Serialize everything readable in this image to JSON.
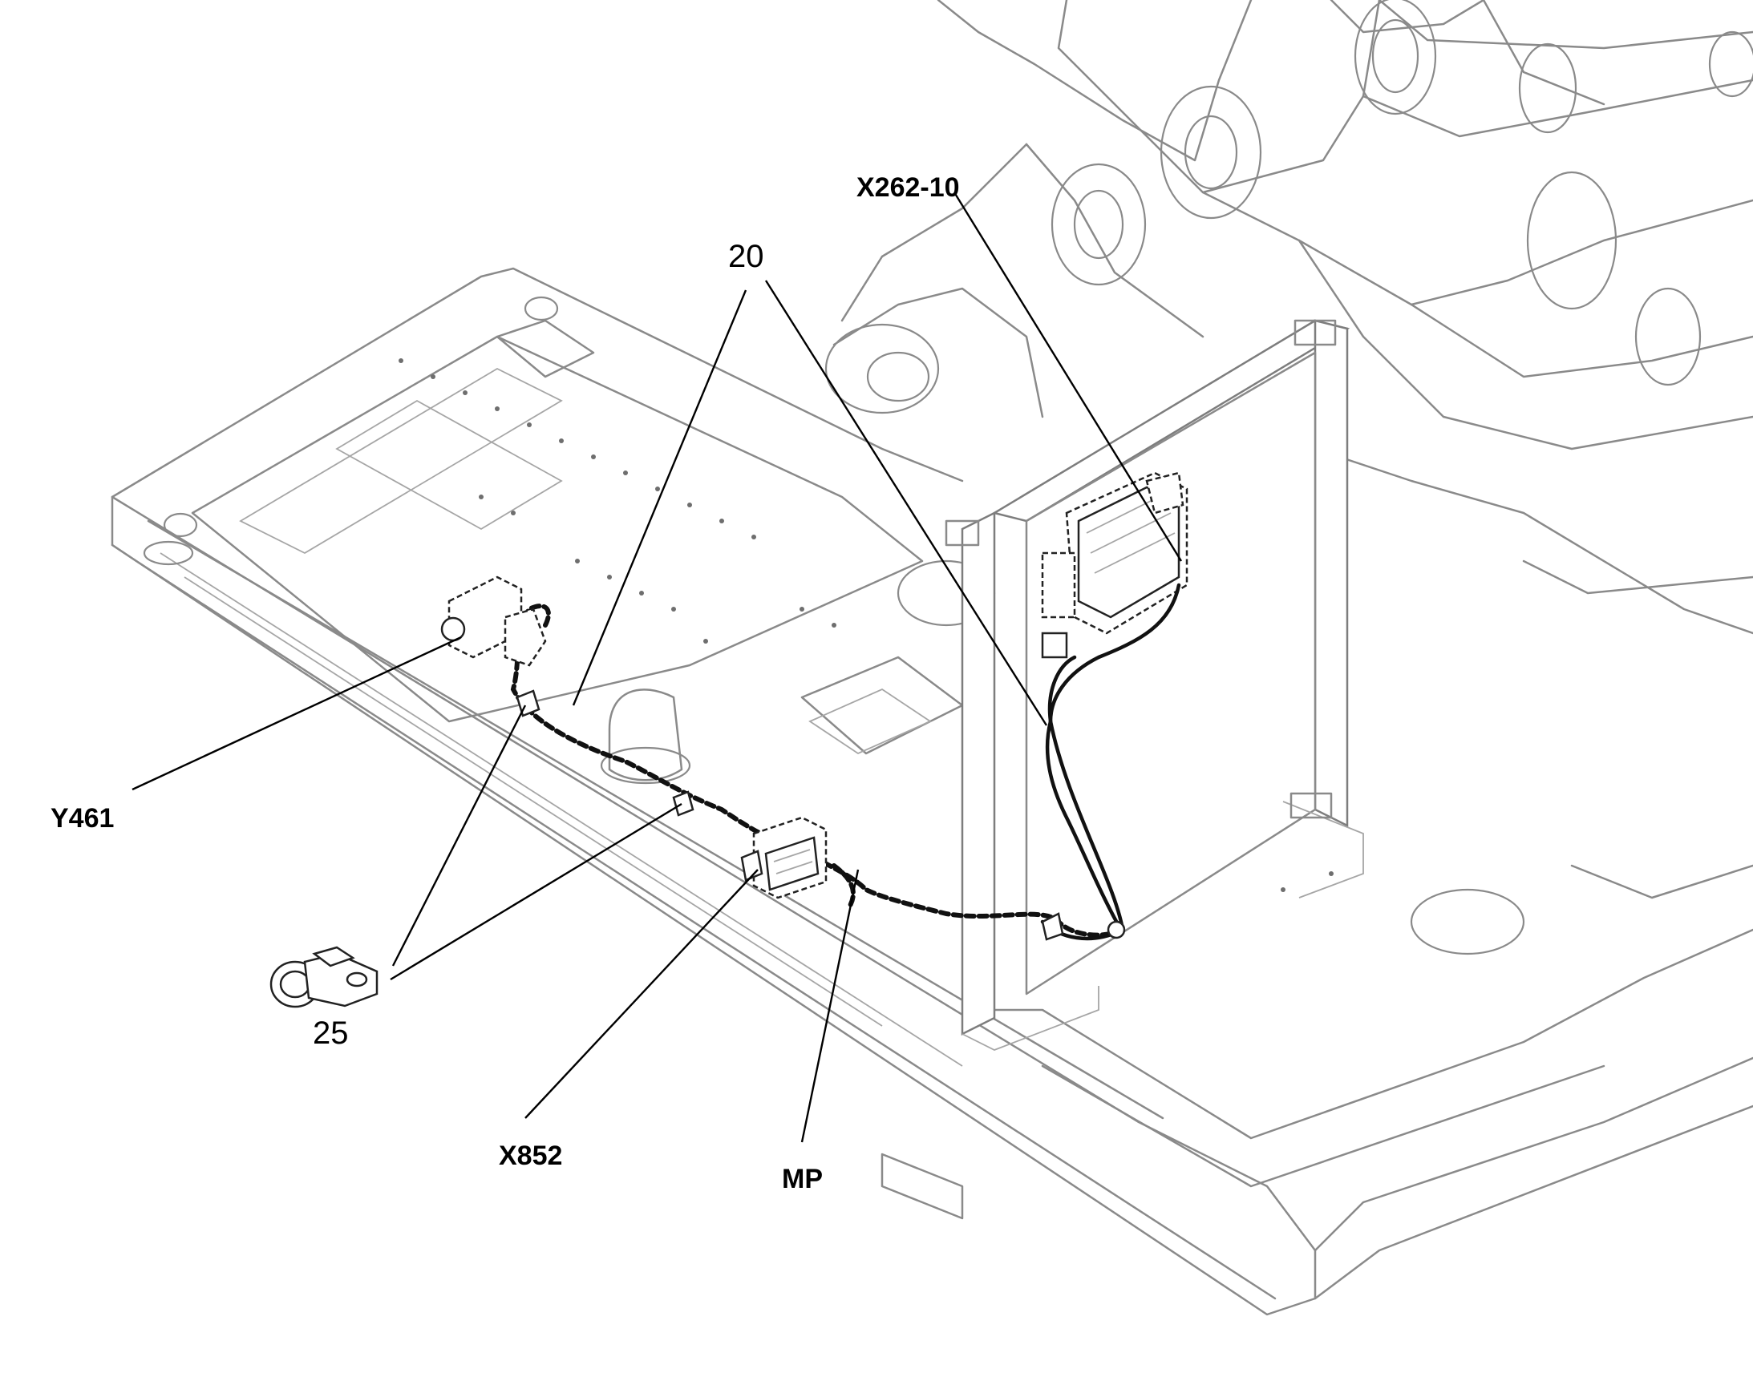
{
  "callouts": {
    "x262_10": "X262-10",
    "item_20": "20",
    "y461": "Y461",
    "item_25": "25",
    "x852": "X852",
    "mp": "MP"
  }
}
